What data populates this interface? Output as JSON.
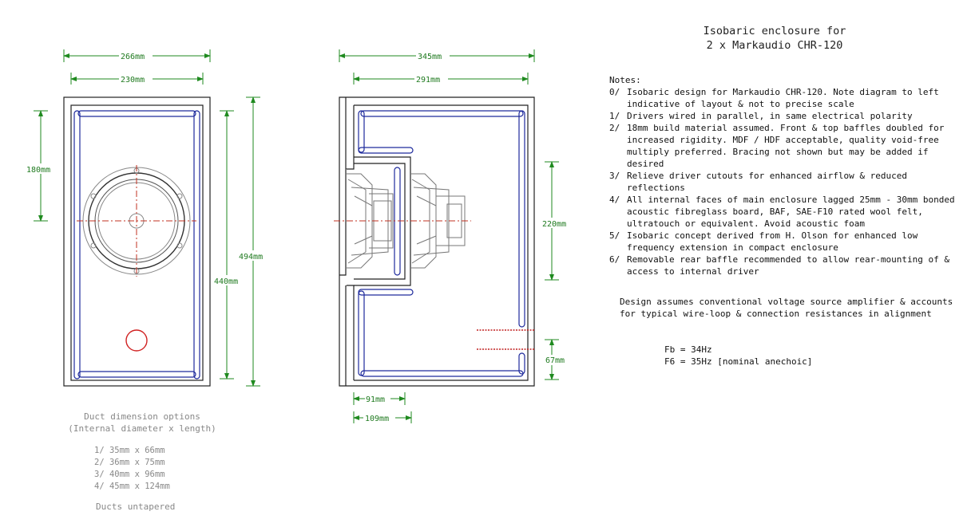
{
  "title": {
    "line1": "Isobaric enclosure for",
    "line2": "2 x Markaudio CHR-120"
  },
  "notes": {
    "heading": "Notes:",
    "items": [
      {
        "num": "0/",
        "text": "Isobaric design for Markaudio CHR-120. Note diagram to left indicative of layout & not to precise scale"
      },
      {
        "num": "1/",
        "text": "Drivers wired in parallel, in same electrical polarity"
      },
      {
        "num": "2/",
        "text": "18mm build material assumed. Front & top baffles doubled for increased rigidity. MDF / HDF acceptable, quality void-free multiply preferred. Bracing not shown but may be added if desired"
      },
      {
        "num": "3/",
        "text": "Relieve driver cutouts for enhanced airflow & reduced reflections"
      },
      {
        "num": "4/",
        "text": "All internal faces of main enclosure lagged 25mm - 30mm bonded acoustic fibreglass board, BAF, SAE-F10 rated wool felt, ultratouch or equivalent. Avoid acoustic foam"
      },
      {
        "num": "5/",
        "text": "Isobaric concept derived from H. Olson for enhanced low frequency extension in compact enclosure"
      },
      {
        "num": "6/",
        "text": "Removable rear baffle recommended to allow rear-mounting of & access to internal driver"
      }
    ]
  },
  "design_note": "Design assumes conventional voltage source amplifier & accounts for typical wire-loop & connection resistances in alignment",
  "tuning": {
    "fb": "Fb = 34Hz",
    "f6": "F6 = 35Hz [nominal anechoic]"
  },
  "duct_options": {
    "heading1": "Duct dimension options",
    "heading2": "(Internal diameter x length)",
    "items": [
      "1/ 35mm x 66mm",
      "2/ 36mm x 75mm",
      "3/ 40mm x 96mm",
      "4/ 45mm x 124mm"
    ],
    "footer": "Ducts untapered"
  },
  "dimensions": {
    "front_outer_width": "266mm",
    "front_inner_width": "230mm",
    "driver_height": "180mm",
    "inner_height": "440mm",
    "outer_height": "494mm",
    "side_outer_depth": "345mm",
    "side_inner_depth": "291mm",
    "chamber_height": "220mm",
    "port_height": "67mm",
    "chamber_depth_inner": "91mm",
    "chamber_depth_outer": "109mm"
  },
  "colors": {
    "dimension": "#1f7a1f",
    "lagging": "#1e2a9c",
    "centerline": "#c03020",
    "port": "#c02020"
  }
}
